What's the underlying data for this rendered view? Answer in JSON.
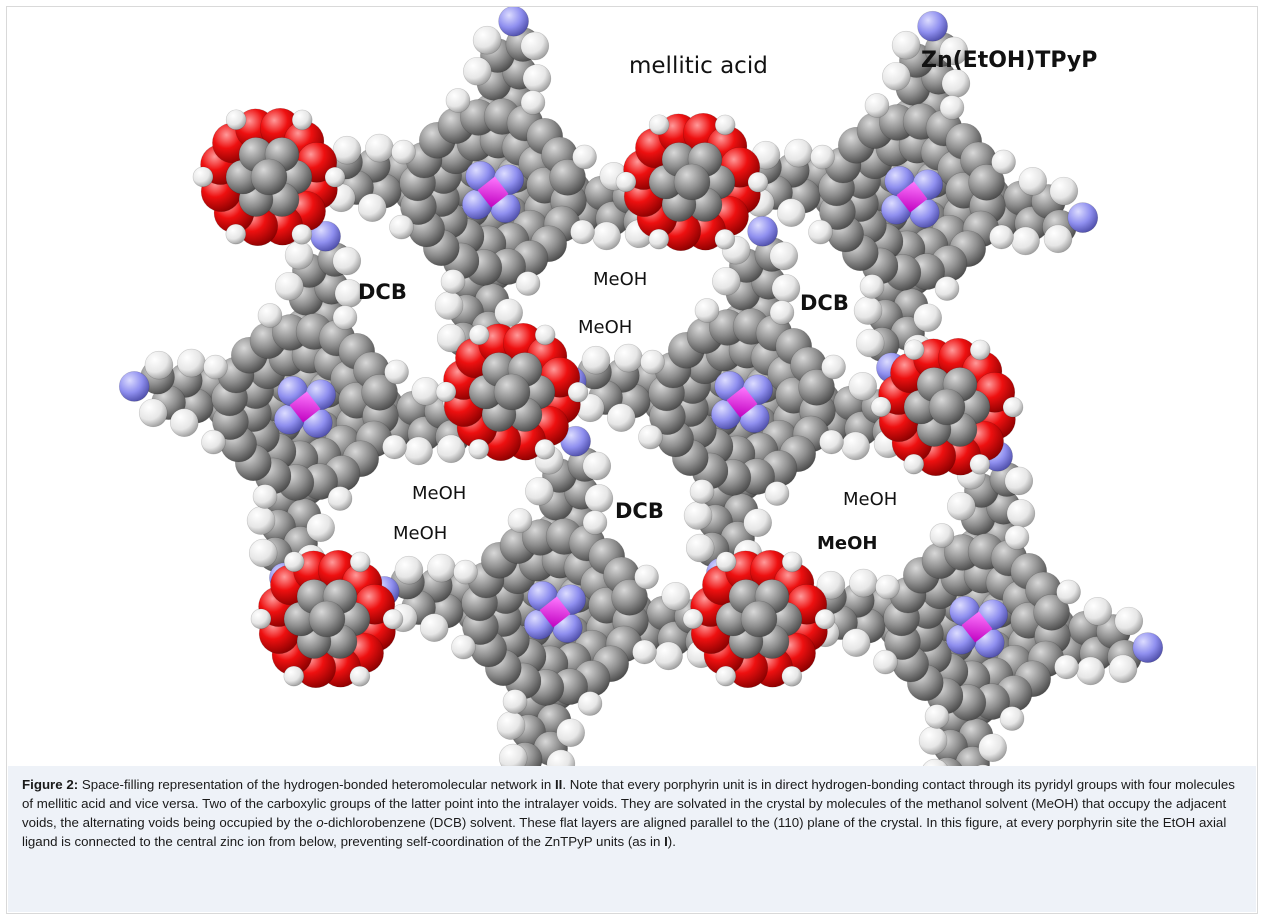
{
  "figure": {
    "labels": {
      "mellitic": "mellitic acid",
      "zn": "Zn(EtOH)TPyP",
      "dcb": "DCB",
      "meoh": "MeOH"
    },
    "colors": {
      "carbon": "#8c8c8c",
      "hydrogen": "#ededed",
      "oxygen": "#e00000",
      "nitrogen": "#8f8fef",
      "zinc": "#e000e0"
    }
  },
  "caption": {
    "figure_label": "Figure 2:",
    "part1": "Space-filling representation of the hydrogen-bonded heteromolecular network in ",
    "compound": "II",
    "part2": ". Note that every porphyrin unit is in direct hydrogen-bonding contact through its pyridyl groups with four molecules of mellitic acid and vice versa. Two of the carboxylic groups of the latter point into the intralayer voids. They are solvated in the crystal by molecules of the methanol solvent (MeOH) that occupy the adjacent voids, the alternating voids being occupied by the ",
    "ortho": "o",
    "part3": "-dichlorobenzene (DCB) solvent. These flat layers are aligned parallel to the (110) plane of the crystal. In this figure, at every porphyrin site the EtOH axial ligand is connected to the central zinc ion from below, preventing self-coordination of the ZnTPyP units (as in ",
    "ref": "I",
    "part4": ")."
  }
}
